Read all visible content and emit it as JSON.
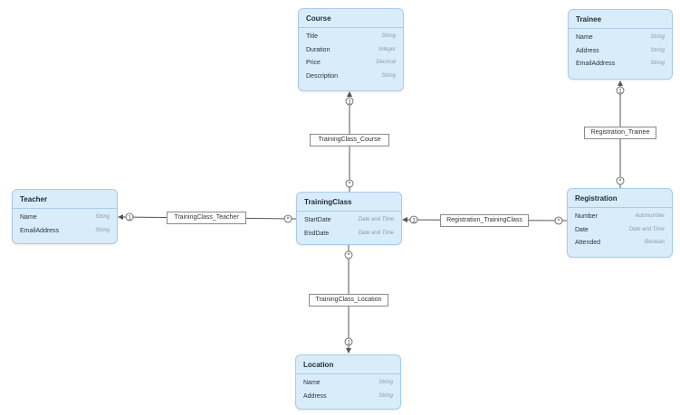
{
  "entities": {
    "course": {
      "title": "Course",
      "attributes": [
        {
          "name": "Title",
          "type": "String"
        },
        {
          "name": "Duration",
          "type": "Integer"
        },
        {
          "name": "Price",
          "type": "Decimal"
        },
        {
          "name": "Description",
          "type": "String"
        }
      ]
    },
    "trainee": {
      "title": "Trainee",
      "attributes": [
        {
          "name": "Name",
          "type": "String"
        },
        {
          "name": "Address",
          "type": "String"
        },
        {
          "name": "EmailAddress",
          "type": "String"
        }
      ]
    },
    "teacher": {
      "title": "Teacher",
      "attributes": [
        {
          "name": "Name",
          "type": "String"
        },
        {
          "name": "EmailAddress",
          "type": "String"
        }
      ]
    },
    "training_class": {
      "title": "TrainingClass",
      "attributes": [
        {
          "name": "StartDate",
          "type": "Date and Time"
        },
        {
          "name": "EndDate",
          "type": "Date and Time"
        }
      ]
    },
    "registration": {
      "title": "Registration",
      "attributes": [
        {
          "name": "Number",
          "type": "Autonumber"
        },
        {
          "name": "Date",
          "type": "Date and Time"
        },
        {
          "name": "Attended",
          "type": "Boolean"
        }
      ]
    },
    "location": {
      "title": "Location",
      "attributes": [
        {
          "name": "Name",
          "type": "String"
        },
        {
          "name": "Address",
          "type": "String"
        }
      ]
    }
  },
  "relationships": {
    "training_class_course": {
      "label": "TrainingClass_Course",
      "one_mark": "1",
      "many_mark": "*"
    },
    "registration_trainee": {
      "label": "Registration_Trainee",
      "one_mark": "1",
      "many_mark": "*"
    },
    "training_class_teacher": {
      "label": "TrainingClass_Teacher",
      "one_mark": "1",
      "many_mark": "*"
    },
    "registration_training_class": {
      "label": "Registration_TrainingClass",
      "one_mark": "1",
      "many_mark": "*"
    },
    "training_class_location": {
      "label": "TrainingClass_Location",
      "one_mark": "1",
      "many_mark": "*"
    }
  }
}
